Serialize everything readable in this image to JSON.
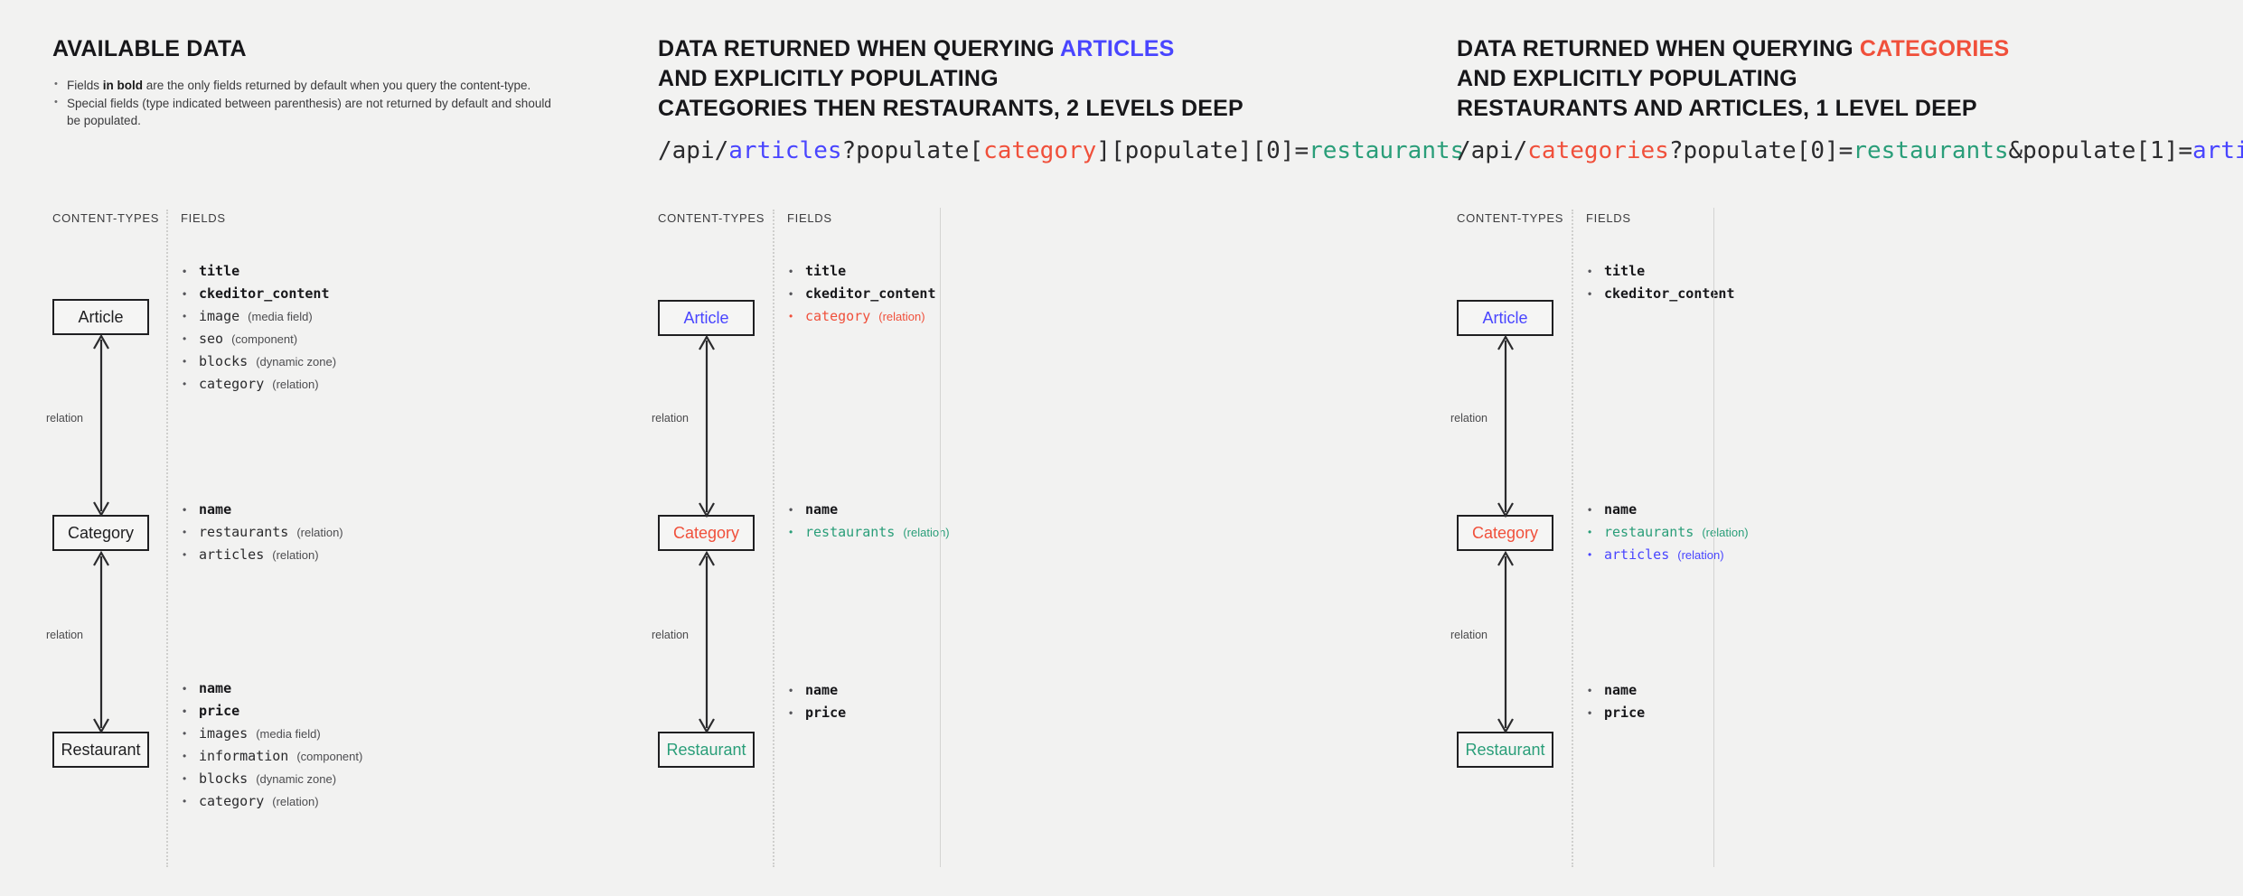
{
  "panels": [
    {
      "heading_lines": [
        "AVAILABLE DATA"
      ],
      "heading_accent": "",
      "notes": [
        {
          "pre": "Fields ",
          "bold": "in bold",
          "post": " are the only fields returned by default when you query the content-type."
        },
        {
          "pre": "Special fields (type indicated between parenthesis) are not returned by default and should be populated.",
          "bold": "",
          "post": ""
        }
      ],
      "url": "",
      "col_contenttypes": "CONTENT-TYPES",
      "col_fields": "FIELDS",
      "entities": [
        {
          "name": "Article",
          "color": "default"
        },
        {
          "name": "Category",
          "color": "default"
        },
        {
          "name": "Restaurant",
          "color": "default"
        }
      ],
      "relations": [
        "relation",
        "relation"
      ],
      "groups": [
        [
          {
            "name": "title",
            "type": "",
            "style": "bold"
          },
          {
            "name": "ckeditor_content",
            "type": "",
            "style": "bold"
          },
          {
            "name": "image",
            "type": "(media field)",
            "style": "plain"
          },
          {
            "name": "seo",
            "type": "(component)",
            "style": "plain"
          },
          {
            "name": "blocks",
            "type": "(dynamic zone)",
            "style": "plain"
          },
          {
            "name": "category",
            "type": "(relation)",
            "style": "plain"
          }
        ],
        [
          {
            "name": "name",
            "type": "",
            "style": "bold"
          },
          {
            "name": "restaurants",
            "type": "(relation)",
            "style": "plain"
          },
          {
            "name": "articles",
            "type": "(relation)",
            "style": "plain"
          }
        ],
        [
          {
            "name": "name",
            "type": "",
            "style": "bold"
          },
          {
            "name": "price",
            "type": "",
            "style": "bold"
          },
          {
            "name": "images",
            "type": "(media field)",
            "style": "plain"
          },
          {
            "name": "information",
            "type": "(component)",
            "style": "plain"
          },
          {
            "name": "blocks",
            "type": "(dynamic zone)",
            "style": "plain"
          },
          {
            "name": "category",
            "type": "(relation)",
            "style": "plain"
          }
        ]
      ]
    },
    {
      "heading_lines": [
        "DATA RETURNED WHEN QUERYING ",
        "AND EXPLICITLY POPULATING",
        "CATEGORIES THEN RESTAURANTS, 2 LEVELS DEEP"
      ],
      "heading_accent": "ARTICLES",
      "heading_accent_color": "blue",
      "url_parts": [
        {
          "t": "/api/",
          "c": "plain"
        },
        {
          "t": "articles",
          "c": "blue"
        },
        {
          "t": "?populate[",
          "c": "plain"
        },
        {
          "t": "category",
          "c": "red"
        },
        {
          "t": "][populate][0]=",
          "c": "plain"
        },
        {
          "t": "restaurants",
          "c": "green"
        }
      ],
      "col_contenttypes": "CONTENT-TYPES",
      "col_fields": "FIELDS",
      "entities": [
        {
          "name": "Article",
          "color": "blue"
        },
        {
          "name": "Category",
          "color": "red"
        },
        {
          "name": "Restaurant",
          "color": "green"
        }
      ],
      "relations": [
        "relation",
        "relation"
      ],
      "groups": [
        [
          {
            "name": "title",
            "type": "",
            "style": "bold"
          },
          {
            "name": "ckeditor_content",
            "type": "",
            "style": "bold"
          },
          {
            "name": "category",
            "type": "(relation)",
            "style": "red"
          }
        ],
        [
          {
            "name": "name",
            "type": "",
            "style": "bold"
          },
          {
            "name": "restaurants",
            "type": "(relation)",
            "style": "green"
          }
        ],
        [
          {
            "name": "name",
            "type": "",
            "style": "bold"
          },
          {
            "name": "price",
            "type": "",
            "style": "bold"
          }
        ]
      ]
    },
    {
      "heading_lines": [
        "DATA RETURNED WHEN QUERYING ",
        "AND EXPLICITLY POPULATING",
        "RESTAURANTS AND ARTICLES, 1 LEVEL DEEP"
      ],
      "heading_accent": "CATEGORIES",
      "heading_accent_color": "red",
      "url_parts": [
        {
          "t": "/api/",
          "c": "plain"
        },
        {
          "t": "categories",
          "c": "red"
        },
        {
          "t": "?populate[0]=",
          "c": "plain"
        },
        {
          "t": "restaurants",
          "c": "green"
        },
        {
          "t": "&populate[1]=",
          "c": "plain"
        },
        {
          "t": "articles",
          "c": "blue"
        }
      ],
      "col_contenttypes": "CONTENT-TYPES",
      "col_fields": "FIELDS",
      "entities": [
        {
          "name": "Article",
          "color": "blue"
        },
        {
          "name": "Category",
          "color": "red"
        },
        {
          "name": "Restaurant",
          "color": "green"
        }
      ],
      "relations": [
        "relation",
        "relation"
      ],
      "groups": [
        [
          {
            "name": "title",
            "type": "",
            "style": "bold"
          },
          {
            "name": "ckeditor_content",
            "type": "",
            "style": "bold"
          }
        ],
        [
          {
            "name": "name",
            "type": "",
            "style": "bold"
          },
          {
            "name": "restaurants",
            "type": "(relation)",
            "style": "green"
          },
          {
            "name": "articles",
            "type": "(relation)",
            "style": "blue"
          }
        ],
        [
          {
            "name": "name",
            "type": "",
            "style": "bold"
          },
          {
            "name": "price",
            "type": "",
            "style": "bold"
          }
        ]
      ]
    }
  ],
  "colors": {
    "blue": "#4945ff",
    "red": "#f0503b",
    "green": "#2a9e79",
    "background": "#f2f2f1",
    "ink": "#1f1f21"
  }
}
